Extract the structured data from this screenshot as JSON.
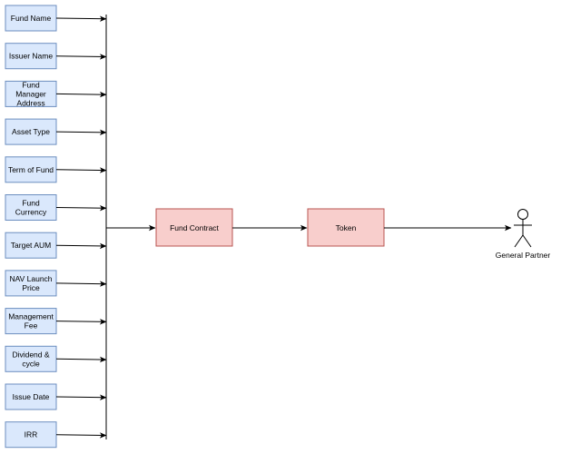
{
  "diagram": {
    "attributes": [
      {
        "lines": [
          "Fund Name"
        ]
      },
      {
        "lines": [
          "Issuer Name"
        ]
      },
      {
        "lines": [
          "Fund",
          "Manager",
          "Address"
        ]
      },
      {
        "lines": [
          "Asset Type"
        ]
      },
      {
        "lines": [
          "Term of Fund"
        ]
      },
      {
        "lines": [
          "Fund",
          "Currency"
        ]
      },
      {
        "lines": [
          "Target AUM"
        ]
      },
      {
        "lines": [
          "NAV Launch",
          "Price"
        ]
      },
      {
        "lines": [
          "Management",
          "Fee"
        ]
      },
      {
        "lines": [
          "Dividend &",
          "cycle"
        ]
      },
      {
        "lines": [
          "Issue Date"
        ]
      },
      {
        "lines": [
          "IRR"
        ]
      }
    ],
    "fund_contract_label": "Fund Contract",
    "token_label": "Token",
    "actor_label": "General Partner"
  },
  "colors": {
    "attribute_fill": "#dae8fc",
    "attribute_stroke": "#6c8ebf",
    "process_fill": "#f8cecc",
    "process_stroke": "#b85450",
    "line": "#000000"
  }
}
